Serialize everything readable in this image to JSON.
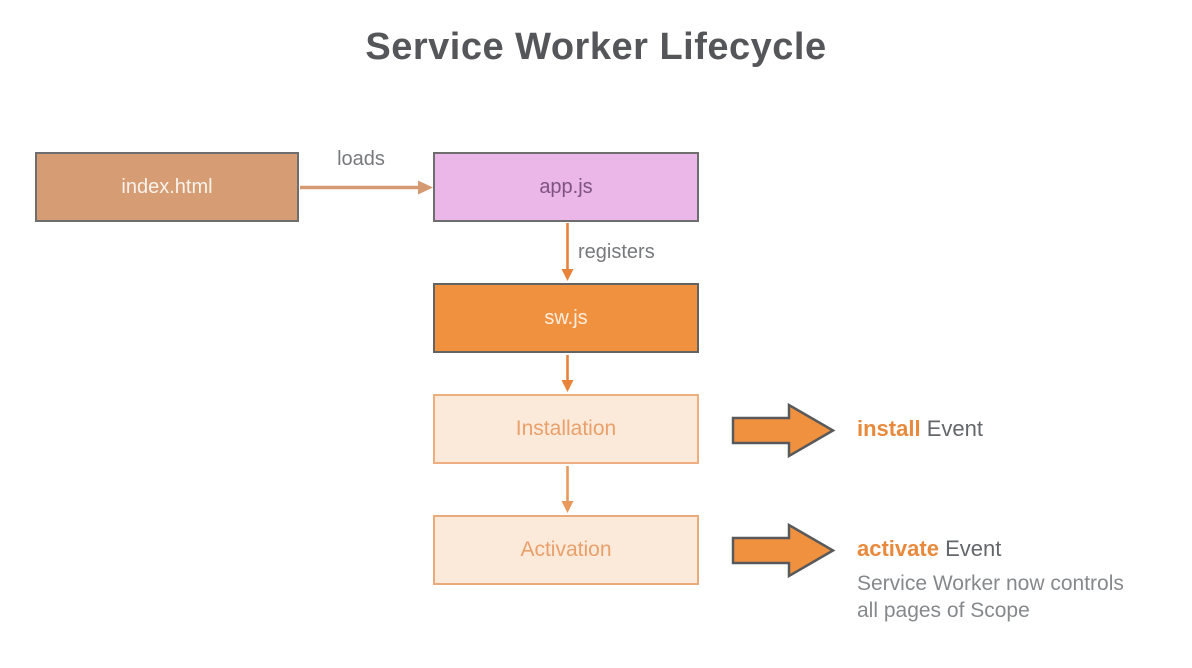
{
  "title": "Service Worker Lifecycle",
  "nodes": {
    "index_html": {
      "label": "index.html"
    },
    "app_js": {
      "label": "app.js"
    },
    "sw_js": {
      "label": "sw.js"
    },
    "installation": {
      "label": "Installation"
    },
    "activation": {
      "label": "Activation"
    }
  },
  "edges": {
    "loads": {
      "label": "loads",
      "from": "index.html",
      "to": "app.js"
    },
    "registers": {
      "label": "registers",
      "from": "app.js",
      "to": "sw.js"
    }
  },
  "events": {
    "install": {
      "keyword": "install",
      "suffix": " Event"
    },
    "activate": {
      "keyword": "activate",
      "suffix": " Event",
      "note_line1": "Service Worker now controls",
      "note_line2": "all pages of Scope"
    }
  },
  "colors": {
    "index_box_fill": "#d69c74",
    "app_box_fill": "#ebb7e8",
    "sw_box_fill": "#f0913f",
    "stage_box_fill": "#fbead9",
    "stage_box_border": "#edae80",
    "stage_text": "#e9a06b",
    "dark_border": "#6e6e6e",
    "connector_orange": "#e8833a",
    "connector_tan": "#d49a72",
    "block_arrow_fill": "#f0913f",
    "block_arrow_border": "#58595b",
    "accent_orange": "#e8893c",
    "gray_text": "#77797c",
    "title_color": "#555659"
  }
}
